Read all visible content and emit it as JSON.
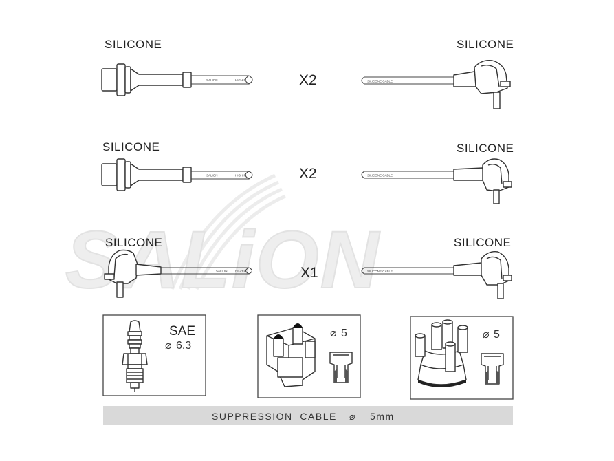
{
  "watermark": {
    "text": "SALiON"
  },
  "rows": [
    {
      "left_label": "SILICONE",
      "right_label": "SILICONE",
      "quantity": "X2",
      "left_cable_print": "SALION",
      "left_cable_print2": "HIGH P",
      "right_cable_print": "SILICONE CABLE"
    },
    {
      "left_label": "SILICONE",
      "right_label": "SILICONE",
      "quantity": "X2",
      "left_cable_print": "SALION",
      "left_cable_print2": "HIGH P",
      "right_cable_print": "SILICONE CABLE"
    },
    {
      "left_label": "SILICONE",
      "right_label": "SILICONE",
      "quantity": "X1",
      "left_cable_print": "SALION",
      "left_cable_print2": "HIGH P",
      "right_cable_print": "SILICONE CABLE"
    }
  ],
  "boxes": {
    "spark_plug": {
      "title": "SAE",
      "size": "6.3",
      "diameter_symbol": "⌀"
    },
    "coil_cap": {
      "size": "5",
      "diameter_symbol": "⌀"
    },
    "distributor_cap": {
      "size": "5",
      "diameter_symbol": "⌀"
    }
  },
  "footer": {
    "label": "SUPPRESSION  CABLE",
    "diameter_symbol": "⌀",
    "value": "5mm"
  }
}
